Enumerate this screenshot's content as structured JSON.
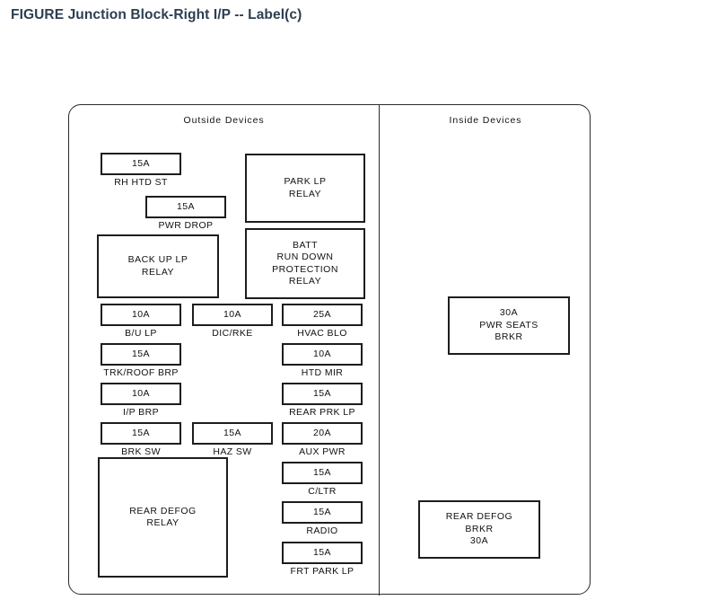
{
  "title": "FIGURE Junction Block-Right I/P -- Label(c)",
  "colors": {
    "title": "#2c3e50",
    "outline": "#2b2b2b",
    "block_outline": "#1d1d1d",
    "text": "#111111",
    "background": "#ffffff"
  },
  "panels": {
    "outside": {
      "header": "Outside  Devices"
    },
    "inside": {
      "header": "Inside  Devices"
    }
  },
  "outside_devices": {
    "relays": [
      {
        "name": "park-lp-relay",
        "text": "PARK LP\nRELAY"
      },
      {
        "name": "back-up-lp-relay",
        "text": "BACK UP LP\nRELAY"
      },
      {
        "name": "batt-run-down-protection-relay",
        "text": "BATT\nRUN DOWN\nPROTECTION\nRELAY"
      },
      {
        "name": "rear-defog-relay",
        "text": "REAR DEFOG\nRELAY"
      }
    ],
    "fuses": [
      {
        "name": "rh-htd-st",
        "rating": "15A",
        "label": "RH HTD ST"
      },
      {
        "name": "pwr-drop",
        "rating": "15A",
        "label": "PWR DROP"
      },
      {
        "name": "b-u-lp",
        "rating": "10A",
        "label": "B/U LP"
      },
      {
        "name": "dic-rke",
        "rating": "10A",
        "label": "DIC/RKE"
      },
      {
        "name": "hvac-blo",
        "rating": "25A",
        "label": "HVAC BLO"
      },
      {
        "name": "trk-roof-brp",
        "rating": "15A",
        "label": "TRK/ROOF BRP"
      },
      {
        "name": "htd-mir",
        "rating": "10A",
        "label": "HTD MIR"
      },
      {
        "name": "i-p-brp",
        "rating": "10A",
        "label": "I/P BRP"
      },
      {
        "name": "rear-prk-lp",
        "rating": "15A",
        "label": "REAR PRK LP"
      },
      {
        "name": "brk-sw",
        "rating": "15A",
        "label": "BRK SW"
      },
      {
        "name": "haz-sw",
        "rating": "15A",
        "label": "HAZ SW"
      },
      {
        "name": "aux-pwr",
        "rating": "20A",
        "label": "AUX PWR"
      },
      {
        "name": "c-ltr",
        "rating": "15A",
        "label": "C/LTR"
      },
      {
        "name": "radio",
        "rating": "15A",
        "label": "RADIO"
      },
      {
        "name": "frt-park-lp",
        "rating": "15A",
        "label": "FRT PARK LP"
      }
    ]
  },
  "inside_devices": {
    "breakers": [
      {
        "name": "pwr-seats-brkr",
        "text": "30A\nPWR SEATS\nBRKR"
      },
      {
        "name": "rear-defog-brkr",
        "text": "REAR DEFOG\nBRKR\n30A"
      }
    ]
  }
}
